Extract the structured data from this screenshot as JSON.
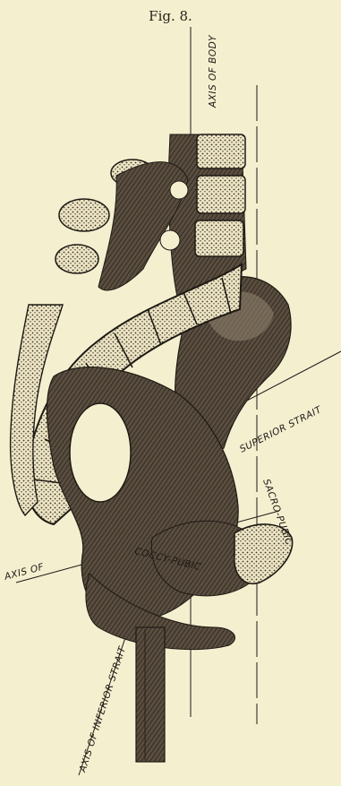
{
  "figure": {
    "title": "Fig. 8.",
    "labels": {
      "axis_of_body": "AXIS OF BODY",
      "superior_strait": "SUPERIOR STRAIT",
      "sacro_pubic": "SACRO-PUBIC",
      "axis_of": "AXIS OF",
      "coccy_pubic": "COCCY-PUBIC",
      "axis_of_inferior_strait": "AXIS OF INFERIOR STRAIT"
    },
    "colors": {
      "paper": "#f4efcf",
      "ink": "#1e1a14",
      "bone_shade": "#4a4036",
      "bone_light": "#e9e2c2"
    }
  }
}
